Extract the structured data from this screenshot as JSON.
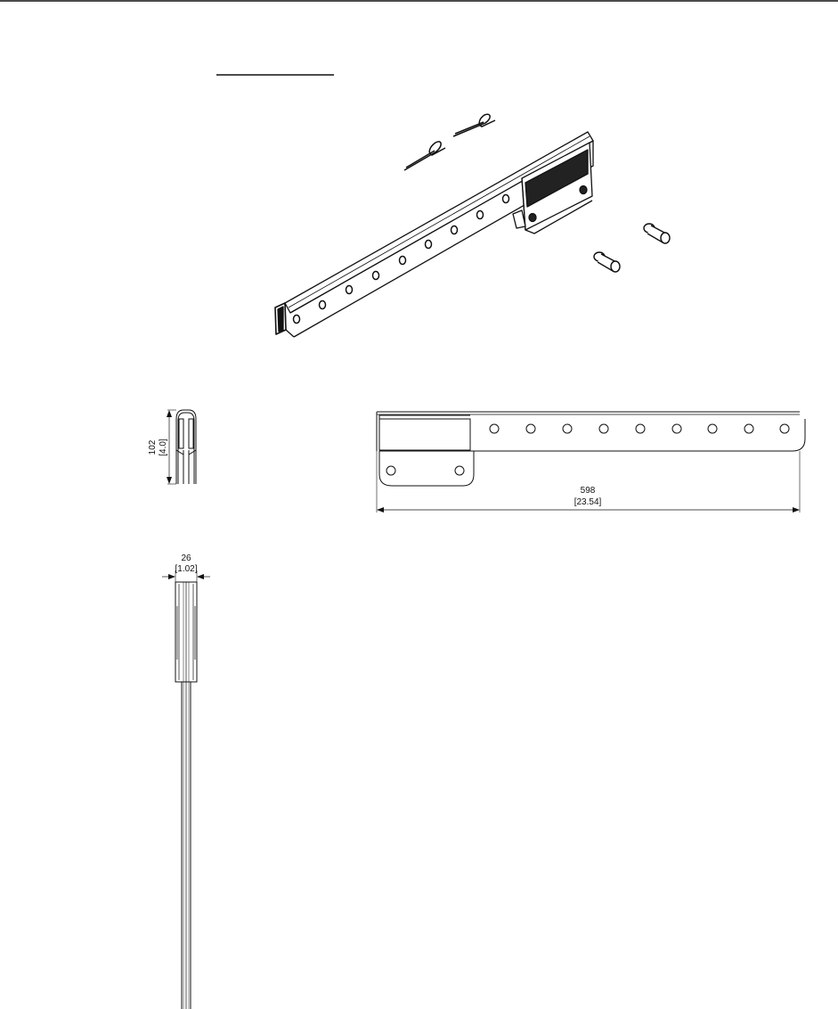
{
  "colors": {
    "ink": "#111111",
    "paper": "#ffffff"
  },
  "title_line": "",
  "dimensions": {
    "height": {
      "mm": "102",
      "in": "[4.0]"
    },
    "length": {
      "mm": "598",
      "in": "[23.54]"
    },
    "width": {
      "mm": "26",
      "in": "[1.02]"
    }
  }
}
